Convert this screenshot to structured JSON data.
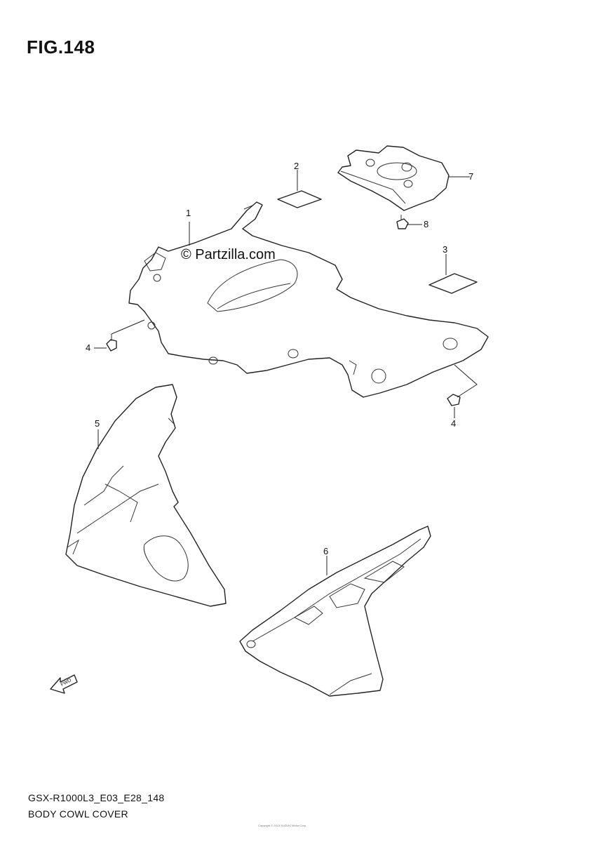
{
  "figure": {
    "title": "FIG.148"
  },
  "watermark": {
    "text": "© Partzilla.com"
  },
  "callouts": [
    {
      "id": "1",
      "label": "1"
    },
    {
      "id": "2",
      "label": "2"
    },
    {
      "id": "3",
      "label": "3"
    },
    {
      "id": "4a",
      "label": "4"
    },
    {
      "id": "4b",
      "label": "4"
    },
    {
      "id": "5",
      "label": "5"
    },
    {
      "id": "6",
      "label": "6"
    },
    {
      "id": "7",
      "label": "7"
    },
    {
      "id": "8",
      "label": "8"
    }
  ],
  "direction_marker": {
    "text": "FWD",
    "icon": "forward-arrow-icon"
  },
  "footer": {
    "code": "GSX-R1000L3_E03_E28_148",
    "name": "BODY COWL COVER"
  },
  "copyright": {
    "text": "Copyright © 2013 SUZUKI Motor Corp."
  }
}
